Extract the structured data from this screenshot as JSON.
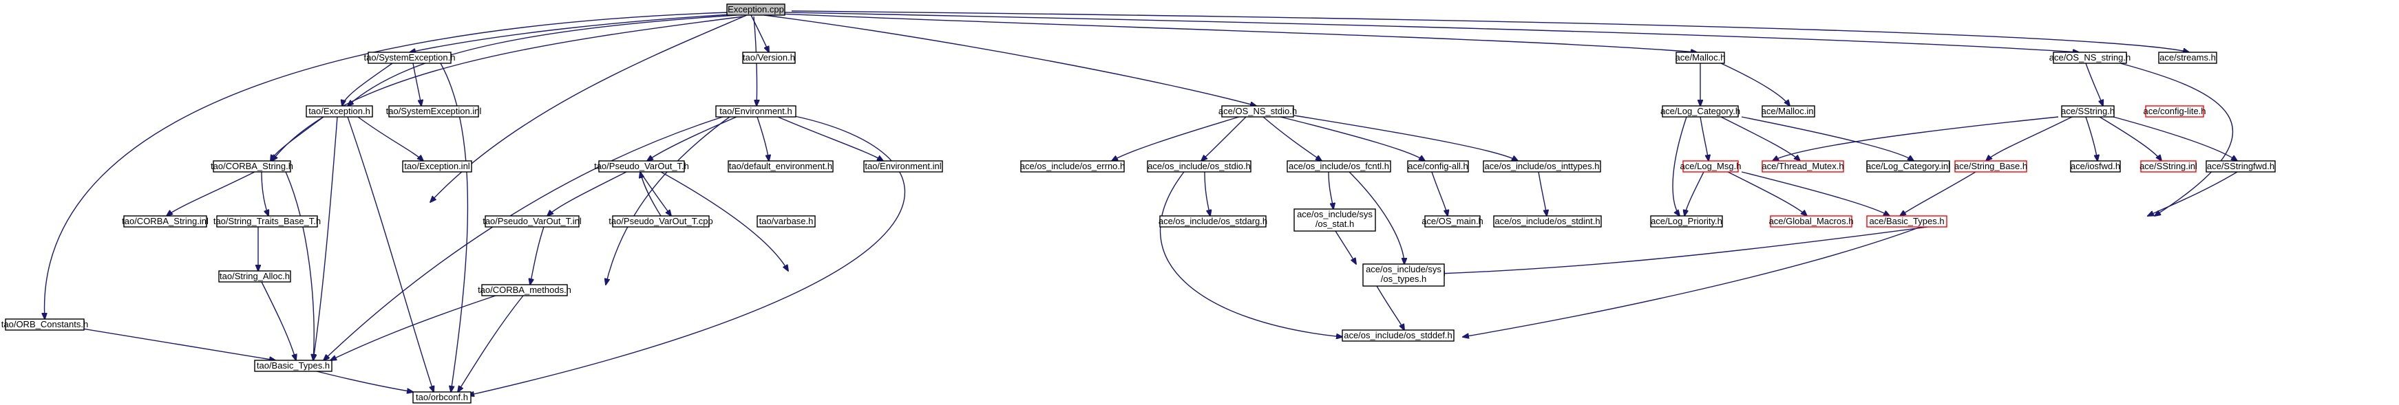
{
  "nodes": {
    "exception_cpp": "Exception.cpp",
    "tao_systemexception_h": "tao/SystemException.h",
    "tao_version_h": "tao/Version.h",
    "ace_malloc_h": "ace/Malloc.h",
    "ace_os_ns_string_h": "ace/OS_NS_string.h",
    "ace_streams_h": "ace/streams.h",
    "tao_exception_h": "tao/Exception.h",
    "tao_systemexception_inl": "tao/SystemException.inl",
    "tao_environment_h": "tao/Environment.h",
    "ace_os_ns_stdio_h": "ace/OS_NS_stdio.h",
    "ace_log_category_h": "ace/Log_Category.h",
    "ace_malloc_inl": "ace/Malloc.inl",
    "ace_sstring_h": "ace/SString.h",
    "ace_config_lite_h": "ace/config-lite.h",
    "tao_corba_string_h": "tao/CORBA_String.h",
    "tao_exception_inl": "tao/Exception.inl",
    "tao_pseudo_varout_t_h": "tao/Pseudo_VarOut_T.h",
    "tao_default_environment_h": "tao/default_environment.h",
    "tao_environment_inl": "tao/Environment.inl",
    "ace_os_include_os_errno_h": "ace/os_include/os_errno.h",
    "ace_os_include_os_stdio_h": "ace/os_include/os_stdio.h",
    "ace_os_include_os_fcntl_h": "ace/os_include/os_fcntl.h",
    "ace_config_all_h": "ace/config-all.h",
    "ace_os_include_os_inttypes_h": "ace/os_include/os_inttypes.h",
    "ace_log_msg_h": "ace/Log_Msg.h",
    "ace_thread_mutex_h": "ace/Thread_Mutex.h",
    "ace_log_category_inl": "ace/Log_Category.inl",
    "ace_string_base_h": "ace/String_Base.h",
    "ace_iosfwd_h": "ace/iosfwd.h",
    "ace_sstring_inl": "ace/SString.inl",
    "ace_sstringfwd_h": "ace/SStringfwd.h",
    "tao_corba_string_inl": "tao/CORBA_String.inl",
    "tao_string_traits_base_t_h": "tao/String_Traits_Base_T.h",
    "tao_pseudo_varout_t_inl": "tao/Pseudo_VarOut_T.inl",
    "tao_pseudo_varout_t_cpp": "tao/Pseudo_VarOut_T.cpp",
    "tao_varbase_h": "tao/varbase.h",
    "ace_os_include_os_stdarg_h": "ace/os_include/os_stdarg.h",
    "ace_os_include_sys_os_stat_h_1": "ace/os_include/sys",
    "ace_os_include_sys_os_stat_h_2": "/os_stat.h",
    "ace_os_main_h": "ace/OS_main.h",
    "ace_os_include_os_stdint_h": "ace/os_include/os_stdint.h",
    "ace_global_macros_h": "ace/Global_Macros.h",
    "ace_log_priority_h": "ace/Log_Priority.h",
    "ace_basic_types_h": "ace/Basic_Types.h",
    "tao_orb_constants_h": "tao/ORB_Constants.h",
    "tao_string_alloc_h": "tao/String_Alloc.h",
    "tao_corba_methods_h": "tao/CORBA_methods.h",
    "ace_os_include_sys_os_types_h_1": "ace/os_include/sys",
    "ace_os_include_sys_os_types_h_2": "/os_types.h",
    "tao_basic_types_h": "tao/Basic_Types.h",
    "ace_os_include_os_stddef_h": "ace/os_include/os_stddef.h",
    "tao_orbconf_h": "tao/orbconf.h"
  },
  "colors": {
    "edge": "#191970",
    "root_fill": "#bfbfbf",
    "truncated_border": "#ff0000"
  }
}
